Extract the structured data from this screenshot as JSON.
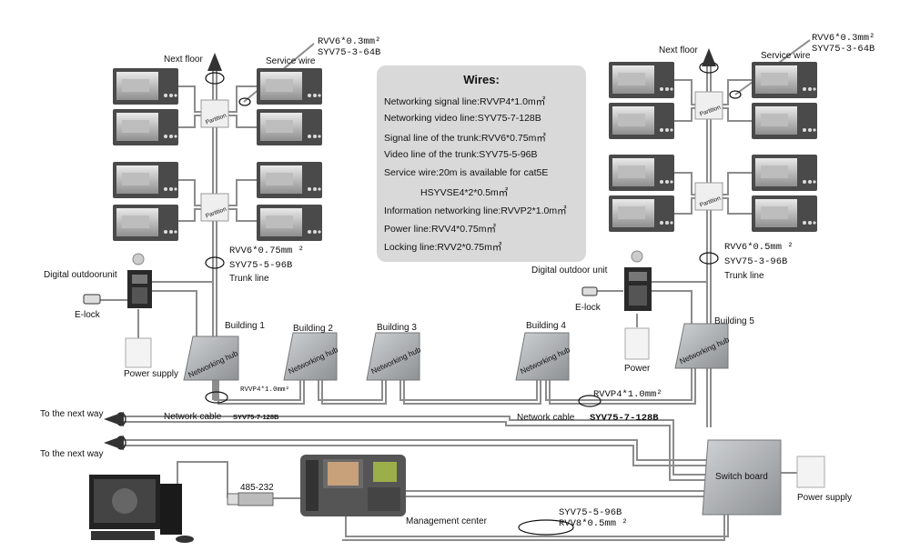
{
  "wires_panel": {
    "title": "Wires:",
    "lines": [
      "Networking signal line:RVVP4*1.0m㎡",
      "Networking video line:SYV75-7-128B",
      "Signal line of the trunk:RVV6*0.75m㎡",
      "Video line of the trunk:SYV75-5-96B",
      "Service wire:20m is available for cat5E",
      "HSYVSE4*2*0.5m㎡",
      "Information networking line:RVVP2*1.0m㎡",
      "Power line:RVV4*0.75m㎡",
      "Locking line:RVV2*0.75m㎡"
    ]
  },
  "left_block": {
    "next_floor": "Next floor",
    "service_wire": "Service wire",
    "service_cable_1": "RVV6*0.3mm²",
    "service_cable_2": "SYV75-3-64B",
    "partition": "Partition",
    "trunk_cable_1": "RVV6*0.75mm ²",
    "trunk_cable_2": "SYV75-5-96B",
    "trunk_line": "Trunk line",
    "outdoor_unit": "Digital outdoorunit",
    "elock": "E-lock",
    "power_supply": "Power supply"
  },
  "right_block": {
    "next_floor": "Next floor",
    "service_wire": "Service wire",
    "service_cable_1": "RVV6*0.3mm²",
    "service_cable_2": "SYV75-3-64B",
    "partition": "Partition",
    "trunk_cable_1": "RVV6*0.5mm ²",
    "trunk_cable_2": "SYV75-3-96B",
    "trunk_line": "Trunk line",
    "outdoor_unit": "Digital outdoor unit",
    "elock": "E-lock",
    "power": "Power"
  },
  "buildings": [
    "Building 1",
    "Building 2",
    "Building 3",
    "Building 4",
    "Building 5"
  ],
  "hub_label": "Networking hub",
  "network": {
    "left_cable_1": "RVVP4*1.0mm²",
    "left_cable_2": "SYV75-7-128B",
    "right_cable_1": "RVVP4*1.0mm²",
    "right_cable_2": "SYV75-7-128B",
    "network_cable": "Network cable",
    "next_way_1": "To the next way",
    "next_way_2": "To the next way"
  },
  "center": {
    "converter": "485-232",
    "management_center": "Management center",
    "switch_board": "Switch board",
    "power_supply": "Power supply",
    "bottom_cable_1": "SYV75-5-96B",
    "bottom_cable_2": "RVV8*0.5mm ²"
  },
  "colors": {
    "cable": "#8c8c8c",
    "device_body": "#9fa3a6",
    "panel": "#d9d9d9",
    "hub": "#b5b8bb"
  }
}
